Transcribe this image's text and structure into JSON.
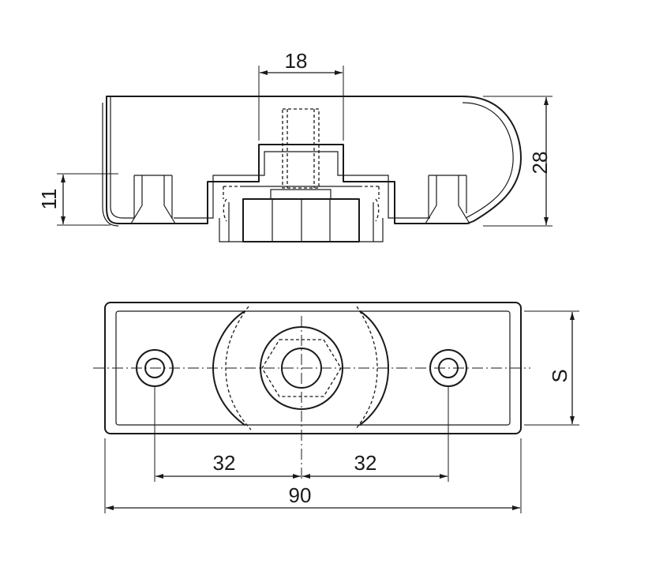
{
  "dimensions": {
    "top_width": "18",
    "height_total": "28",
    "height_base": "11",
    "hole_left_spacing": "32",
    "hole_right_spacing": "32",
    "overall_length": "90",
    "width_symbol": "S"
  }
}
